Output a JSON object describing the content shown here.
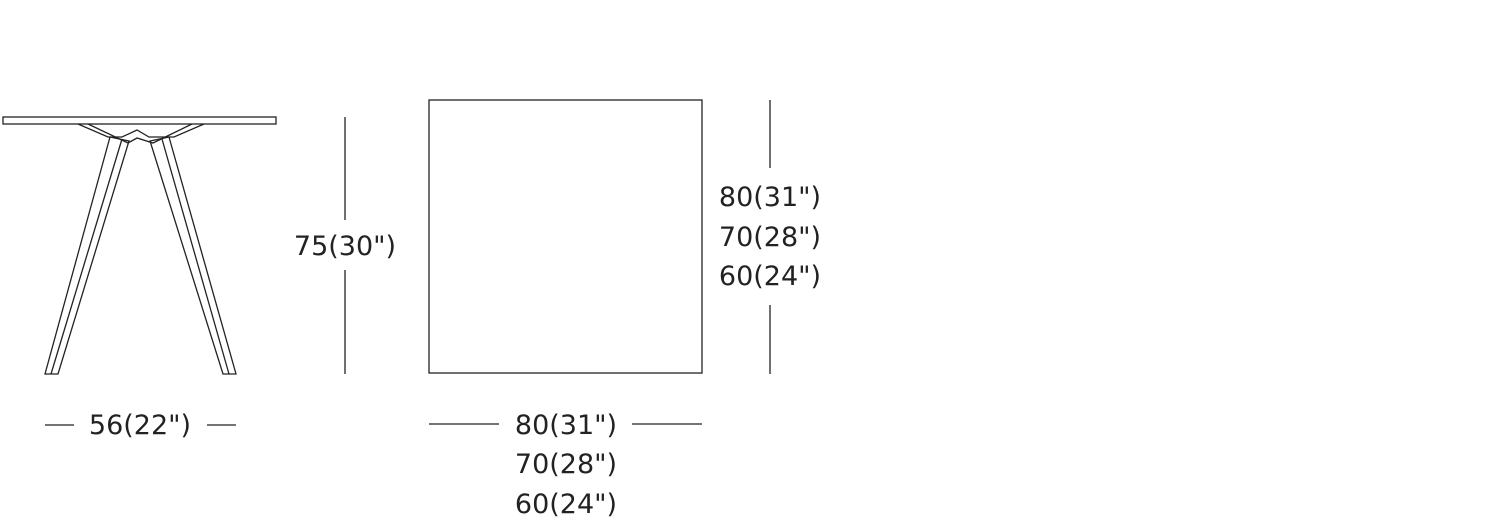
{
  "side_view": {
    "height_label": "75(30\")",
    "width_label": "56(22\")"
  },
  "top_view": {
    "width_labels": [
      "80(31\")",
      "70(28\")",
      "60(24\")"
    ],
    "depth_labels": [
      "80(31\")",
      "70(28\")",
      "60(24\")"
    ]
  }
}
